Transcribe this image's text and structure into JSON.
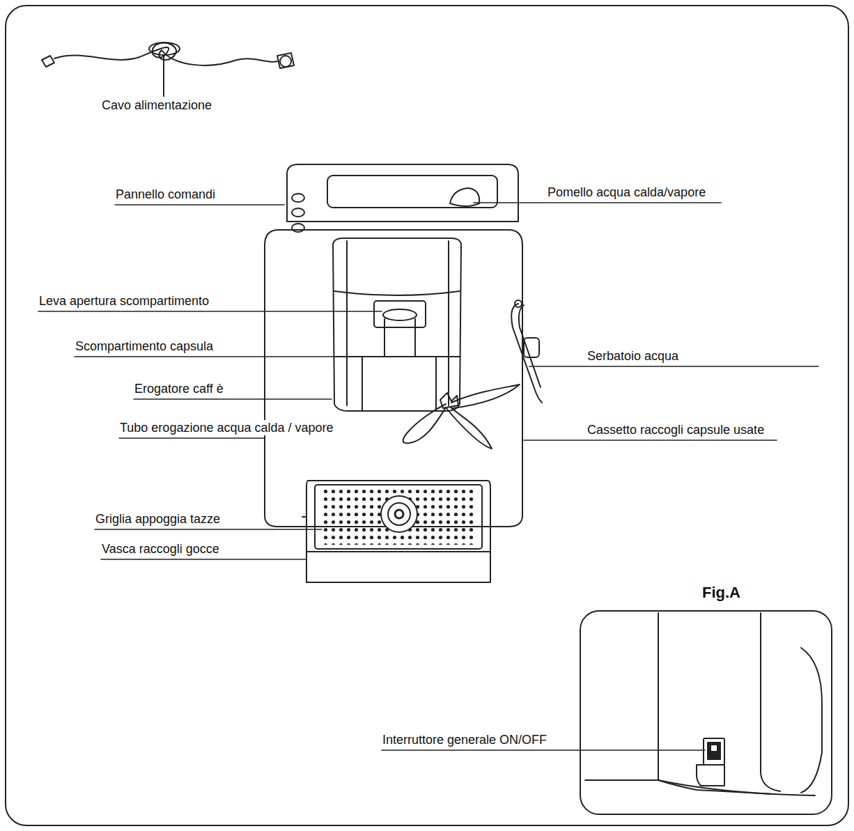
{
  "diagram": {
    "nodes": [
      {
        "text": [
          "Fig.A"
        ]
      }
    ],
    "labels": [
      "Cavo alimentazione",
      "Pannello comandi",
      "Pomello acqua calda/vapore",
      "Leva apertura scompartimento",
      "Scompartimento capsula",
      "Erogatore caff è",
      "Tubo erogazione acqua calda / vapore",
      "Serbatoio acqua",
      "Cassetto raccogli capsule usate",
      "Griglia appoggia tazze",
      "Vasca raccogli gocce",
      "Interruttore generale ON/OFF"
    ]
  }
}
